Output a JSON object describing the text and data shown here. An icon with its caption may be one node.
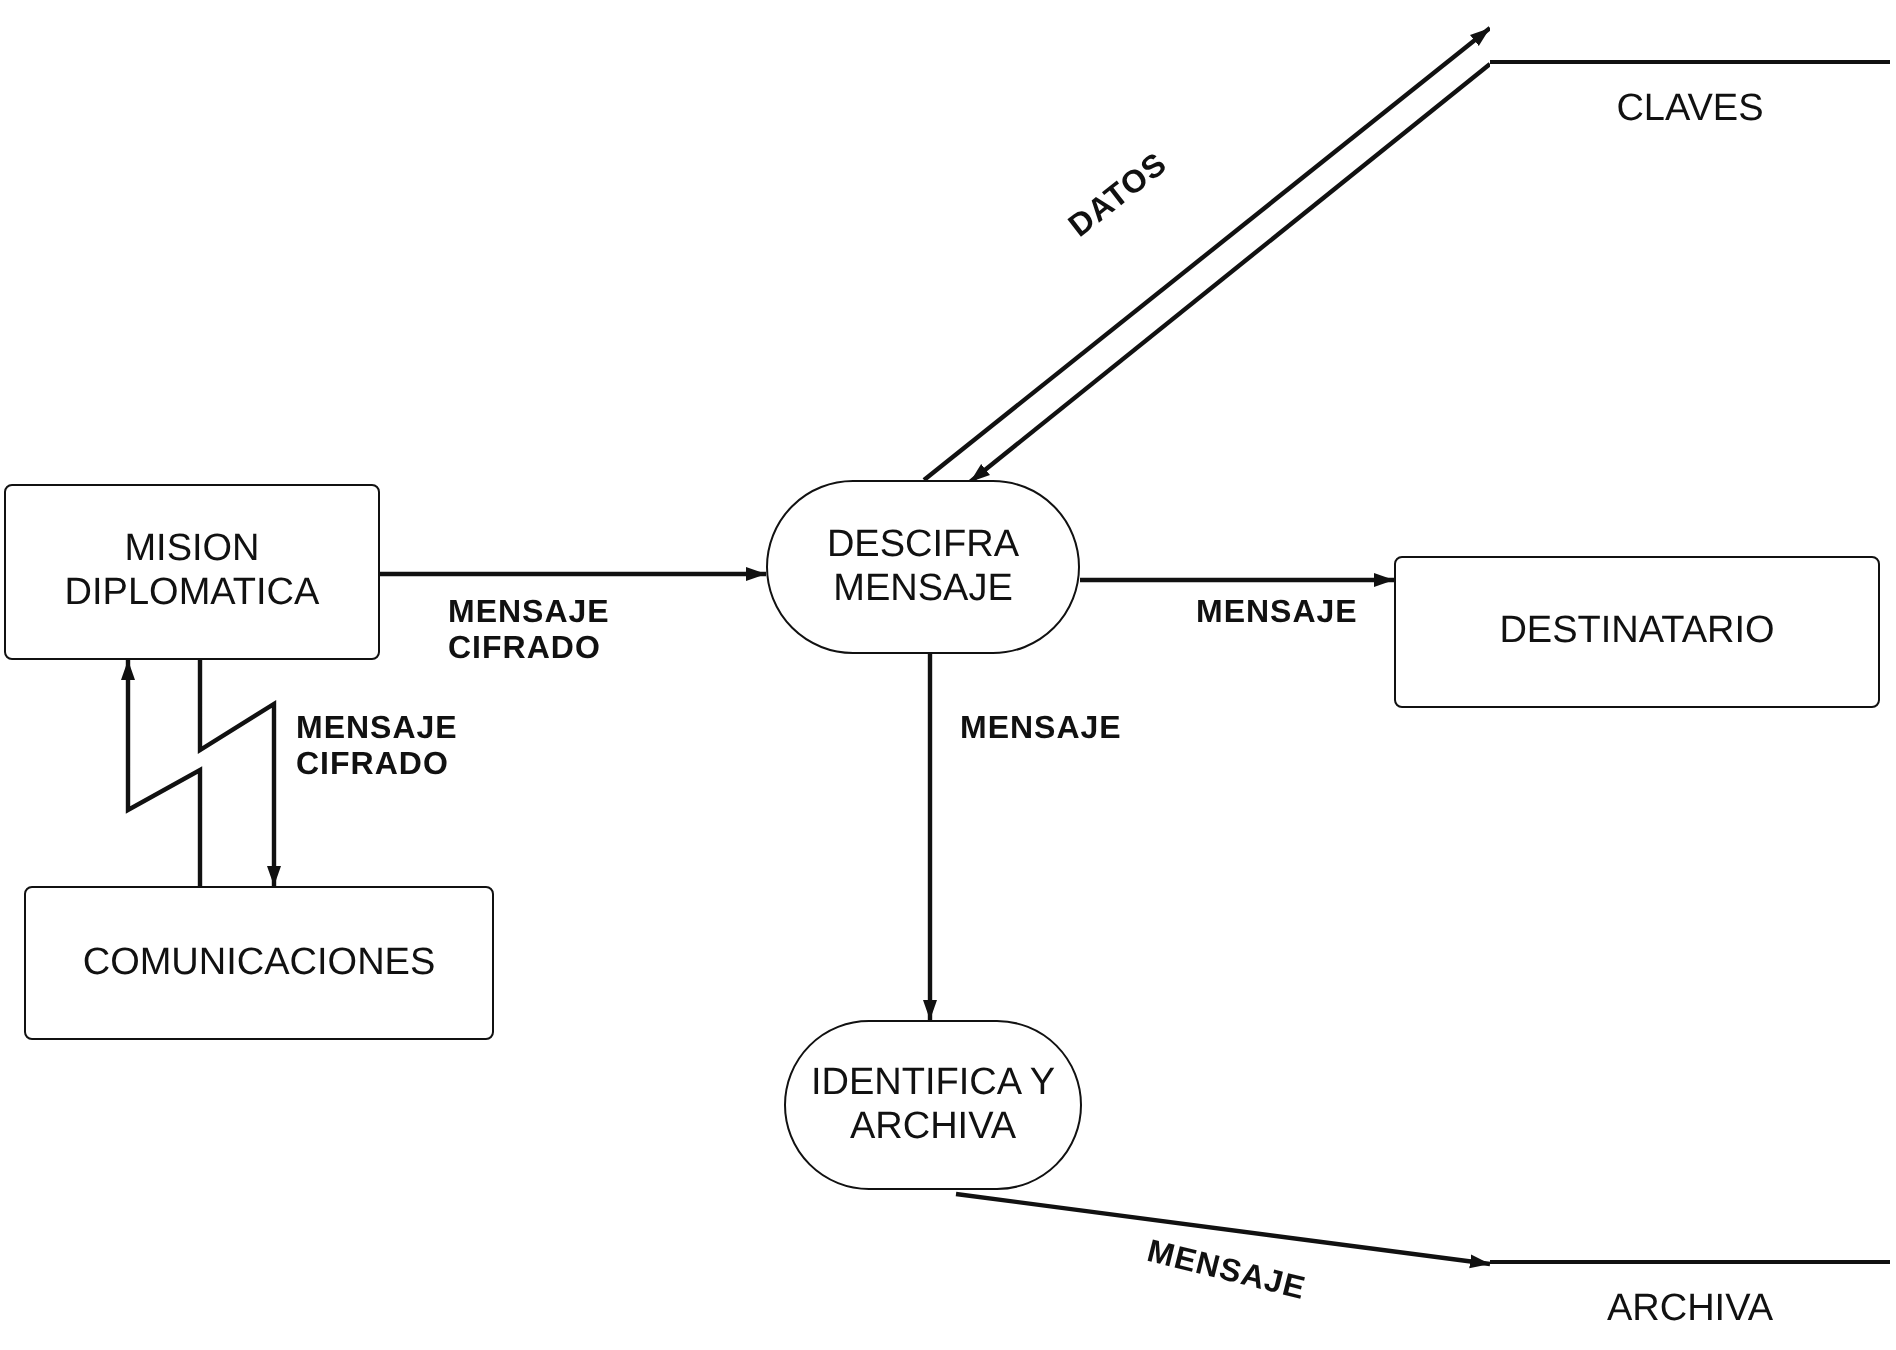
{
  "diagram": {
    "nodes": [
      {
        "text": [
          "MISION DIPLOMATICA"
        ]
      },
      {
        "text": [
          "DESCIFRA MENSAJE"
        ]
      },
      {
        "text": [
          "DESTINATARIO"
        ]
      },
      {
        "text": [
          "CLAVES"
        ]
      },
      {
        "text": [
          "COMUNICACIONES"
        ]
      },
      {
        "text": [
          "IDENTIFICA Y ARCHIVA"
        ]
      },
      {
        "text": [
          "ARCHIVA"
        ]
      }
    ],
    "edges": [
      {
        "from": 0,
        "to": 1,
        "arrow": "to",
        "label": "MENSAJE CIFRADO"
      },
      {
        "from": 1,
        "to": 3,
        "arrow": "to",
        "label": "DATOS"
      },
      {
        "from": 3,
        "to": 1,
        "arrow": "to"
      },
      {
        "from": 1,
        "to": 2,
        "arrow": "to",
        "label": "MENSAJE"
      },
      {
        "from": 4,
        "to": 0,
        "arrow": "to"
      },
      {
        "from": 0,
        "to": 4,
        "arrow": "to",
        "label": "MENSAJE CIFRADO"
      },
      {
        "from": 1,
        "to": 5,
        "arrow": "to",
        "label": "MENSAJE"
      },
      {
        "from": 5,
        "to": 6,
        "arrow": "to",
        "label": "MENSAJE"
      }
    ]
  }
}
